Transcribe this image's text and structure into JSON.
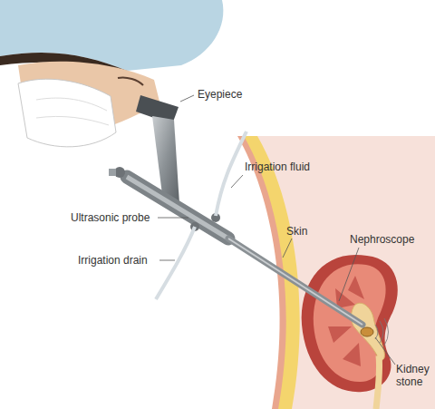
{
  "diagram": {
    "labels": [
      "Eyepiece",
      "Irrigation fluid",
      "Ultrasonic probe",
      "Irrigation drain",
      "Skin",
      "Nephroscope",
      "Kidney stone"
    ]
  }
}
